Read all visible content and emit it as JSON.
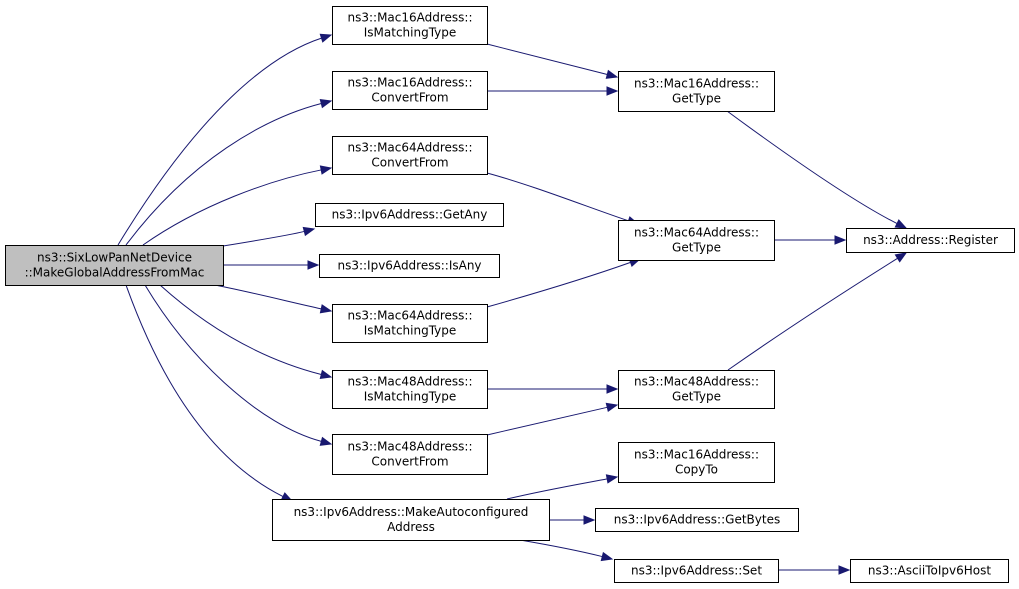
{
  "diagram": {
    "nodes": [
      {
        "id": "root",
        "lines": [
          "ns3::SixLowPanNetDevice",
          "::MakeGlobalAddressFromMac"
        ],
        "kind": "root"
      },
      {
        "id": "m16match",
        "lines": [
          "ns3::Mac16Address::",
          "IsMatchingType"
        ]
      },
      {
        "id": "m16conv",
        "lines": [
          "ns3::Mac16Address::",
          "ConvertFrom"
        ]
      },
      {
        "id": "m64conv",
        "lines": [
          "ns3::Mac64Address::",
          "ConvertFrom"
        ]
      },
      {
        "id": "ip6any",
        "lines": [
          "ns3::Ipv6Address::GetAny"
        ]
      },
      {
        "id": "ip6isany",
        "lines": [
          "ns3::Ipv6Address::IsAny"
        ]
      },
      {
        "id": "m64match",
        "lines": [
          "ns3::Mac64Address::",
          "IsMatchingType"
        ]
      },
      {
        "id": "m48match",
        "lines": [
          "ns3::Mac48Address::",
          "IsMatchingType"
        ]
      },
      {
        "id": "m48conv",
        "lines": [
          "ns3::Mac48Address::",
          "ConvertFrom"
        ]
      },
      {
        "id": "ip6auto",
        "lines": [
          "ns3::Ipv6Address::MakeAutoconfigured",
          "Address"
        ]
      },
      {
        "id": "m16type",
        "lines": [
          "ns3::Mac16Address::",
          "GetType"
        ]
      },
      {
        "id": "m64type",
        "lines": [
          "ns3::Mac64Address::",
          "GetType"
        ]
      },
      {
        "id": "m48type",
        "lines": [
          "ns3::Mac48Address::",
          "GetType"
        ]
      },
      {
        "id": "m16copy",
        "lines": [
          "ns3::Mac16Address::",
          "CopyTo"
        ]
      },
      {
        "id": "ip6bytes",
        "lines": [
          "ns3::Ipv6Address::GetBytes"
        ]
      },
      {
        "id": "ip6set",
        "lines": [
          "ns3::Ipv6Address::Set"
        ]
      },
      {
        "id": "addrreg",
        "lines": [
          "ns3::Address::Register"
        ]
      },
      {
        "id": "ascii",
        "lines": [
          "ns3::AsciiToIpv6Host"
        ]
      }
    ],
    "edges": [
      {
        "from": "root",
        "to": "m16match"
      },
      {
        "from": "root",
        "to": "m16conv"
      },
      {
        "from": "root",
        "to": "m64conv"
      },
      {
        "from": "root",
        "to": "ip6any"
      },
      {
        "from": "root",
        "to": "ip6isany"
      },
      {
        "from": "root",
        "to": "m64match"
      },
      {
        "from": "root",
        "to": "m48match"
      },
      {
        "from": "root",
        "to": "m48conv"
      },
      {
        "from": "root",
        "to": "ip6auto"
      },
      {
        "from": "m16match",
        "to": "m16type"
      },
      {
        "from": "m16conv",
        "to": "m16type"
      },
      {
        "from": "m64conv",
        "to": "m64type"
      },
      {
        "from": "m64match",
        "to": "m64type"
      },
      {
        "from": "m48match",
        "to": "m48type"
      },
      {
        "from": "m48conv",
        "to": "m48type"
      },
      {
        "from": "m16type",
        "to": "addrreg"
      },
      {
        "from": "m64type",
        "to": "addrreg"
      },
      {
        "from": "m48type",
        "to": "addrreg"
      },
      {
        "from": "ip6auto",
        "to": "m16copy"
      },
      {
        "from": "ip6auto",
        "to": "ip6bytes"
      },
      {
        "from": "ip6auto",
        "to": "ip6set"
      },
      {
        "from": "ip6set",
        "to": "ascii"
      }
    ]
  }
}
